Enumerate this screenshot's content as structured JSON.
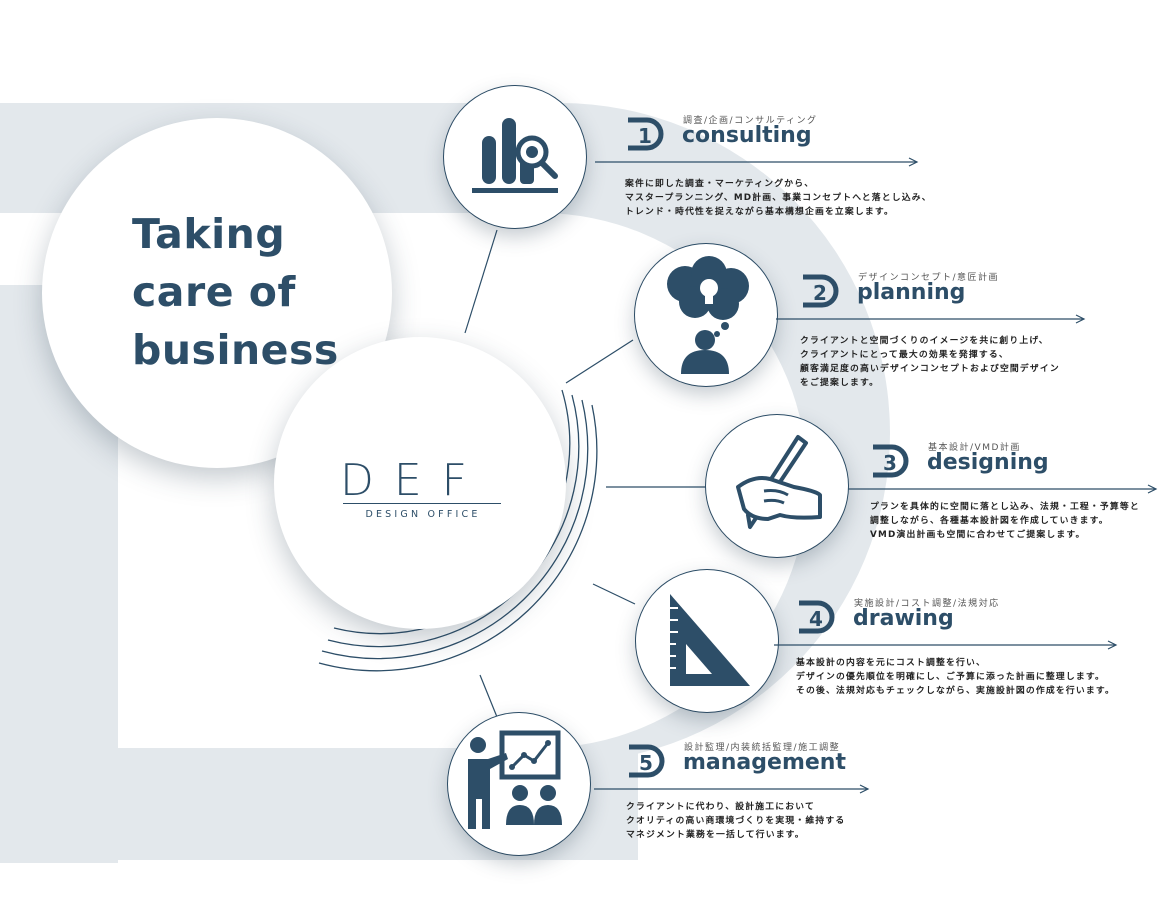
{
  "tagline": "Taking\ncare of\nbusiness",
  "logo": {
    "letters": "DEF",
    "sub": "DESIGN OFFICE"
  },
  "colors": {
    "navy": "#2d4e68",
    "band": "#e3e8ec",
    "shadow": "#9aa7b2"
  },
  "steps": [
    {
      "number": "1",
      "subtitle": "調査/企画/コンサルティング",
      "title": "consulting",
      "icon": "bar-chart-magnifier-icon",
      "description": "案件に即した調査・マーケティングから、\nマスタープランニング、MD計画、事業コンセプトへと落とし込み、\nトレンド・時代性を捉えながら基本構想企画を立案します。"
    },
    {
      "number": "2",
      "subtitle": "デザインコンセプト/意匠計画",
      "title": "planning",
      "icon": "thinking-person-lightbulb-icon",
      "description": "クライアントと空間づくりのイメージを共に創り上げ、\nクライアントにとって最大の効果を発揮する、\n顧客満足度の高いデザインコンセプトおよび空間デザイン\nをご提案します。"
    },
    {
      "number": "3",
      "subtitle": "基本設計/VMD計画",
      "title": "designing",
      "icon": "hand-pen-icon",
      "description": "プランを具体的に空間に落とし込み、法規・工程・予算等と\n調整しながら、各種基本設計図を作成していきます。\nVMD演出計画も空間に合わせてご提案します。"
    },
    {
      "number": "4",
      "subtitle": "実施設計/コスト調整/法規対応",
      "title": "drawing",
      "icon": "set-square-icon",
      "description": "基本設計の内容を元にコスト調整を行い、\nデザインの優先順位を明確にし、ご予算に添った計画に整理します。\nその後、法規対応もチェックしながら、実施設計図の作成を行います。"
    },
    {
      "number": "5",
      "subtitle": "設計監理/内装統括監理/施工調整",
      "title": "management",
      "icon": "presenter-board-icon",
      "description": "クライアントに代わり、設計施工において\nクオリティの高い商環境づくりを実現・維持する\nマネジメント業務を一括して行います。"
    }
  ]
}
